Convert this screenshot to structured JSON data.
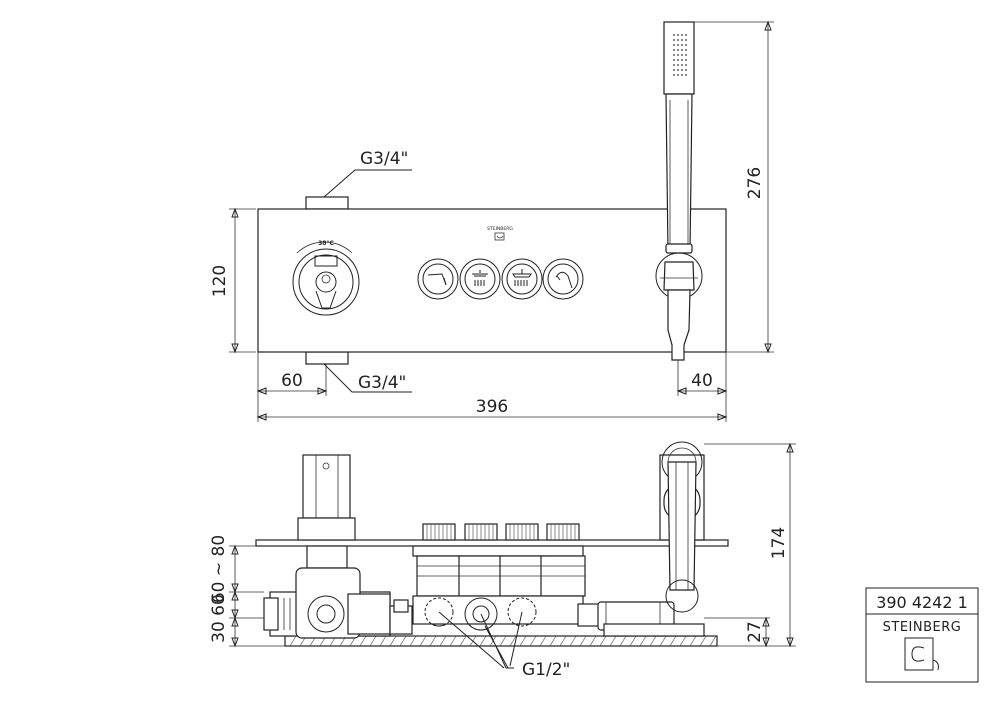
{
  "dimensions": {
    "thread_top": "G3/4\"",
    "thread_bottom": "G3/4\"",
    "height_plate": "120",
    "offset_left": "60",
    "offset_right": "40",
    "total_width": "396",
    "height_handshower": "276",
    "depth_total": "174",
    "depth_adjust": "60 ~ 80",
    "depth_min": "30",
    "depth_right": "27",
    "thread_outlets": "G1/2\""
  },
  "plate_labels": {
    "temperature": "38°C",
    "brand_small": "STEINBERG"
  },
  "title_block": {
    "article_number": "390 4242 1",
    "brand": "STEINBERG"
  }
}
